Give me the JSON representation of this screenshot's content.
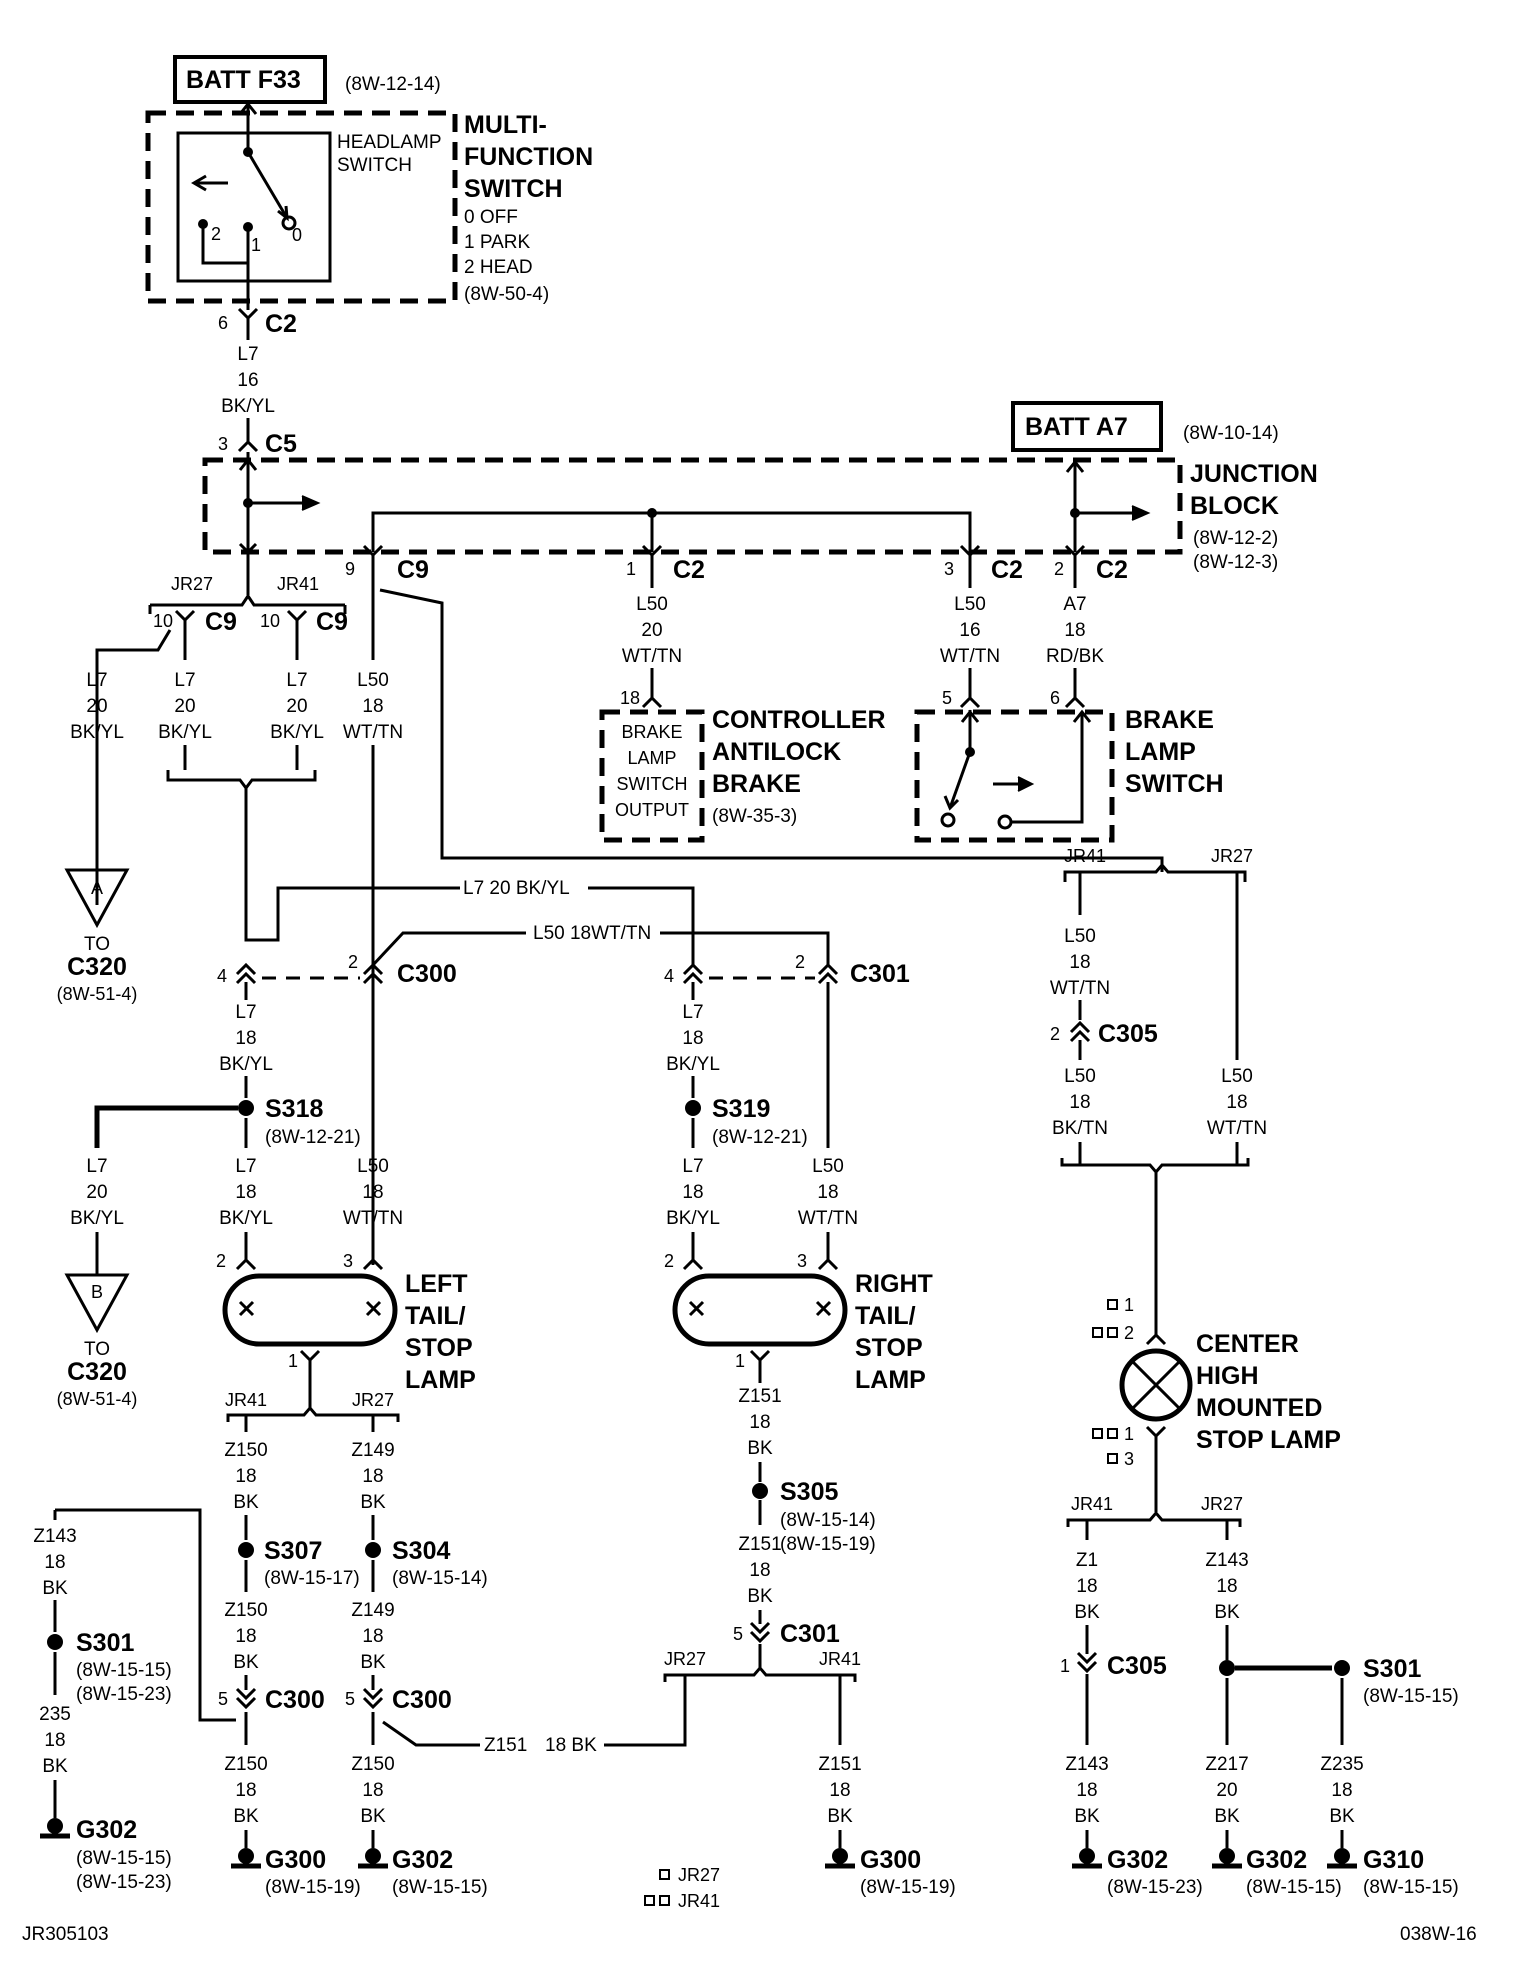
{
  "batt_f33": {
    "label": "BATT F33",
    "ref": "(8W-12-14)"
  },
  "mfs": {
    "switch_label": [
      "HEADLAMP",
      "SWITCH"
    ],
    "title": [
      "MULTI-",
      "FUNCTION",
      "SWITCH"
    ],
    "positions": [
      "0 OFF",
      "1 PARK",
      "2 HEAD"
    ],
    "ref": "(8W-50-4)",
    "pin_1": "1",
    "pin_2": "2",
    "pin_0": "0"
  },
  "batt_a7": {
    "label": "BATT A7",
    "ref": "(8W-10-14)"
  },
  "junction_block": {
    "title": [
      "JUNCTION",
      "BLOCK"
    ],
    "refs": [
      "(8W-12-2)",
      "(8W-12-3)"
    ]
  },
  "connectors": {
    "mfs_c2": {
      "pin": "6",
      "name": "C2"
    },
    "jb_c5": {
      "pin": "3",
      "name": "C5"
    },
    "jb_c9": {
      "pin": "9",
      "name": "C9"
    },
    "jb_c2_1": {
      "pin": "1",
      "name": "C2"
    },
    "jb_c2_3": {
      "pin": "3",
      "name": "C2"
    },
    "jb_c2_2": {
      "pin": "2",
      "name": "C2"
    },
    "c9_jr27": {
      "pin": "10",
      "name": "C9"
    },
    "c9_jr41": {
      "pin": "10",
      "name": "C9"
    },
    "c300_l": {
      "pin": "4"
    },
    "c300_r": {
      "pin": "2",
      "name": "C300"
    },
    "c301_l": {
      "pin": "4"
    },
    "c301_r": {
      "pin": "2",
      "name": "C301"
    },
    "c305_top": {
      "pin": "2",
      "name": "C305"
    },
    "cab_18": {
      "pin": "18"
    },
    "bls_5": {
      "pin": "5"
    },
    "bls_6": {
      "pin": "6"
    },
    "lt_2": {
      "pin": "2"
    },
    "lt_3": {
      "pin": "3"
    },
    "lt_1": {
      "pin": "1"
    },
    "rt_2": {
      "pin": "2"
    },
    "rt_3": {
      "pin": "3"
    },
    "rt_1": {
      "pin": "1"
    },
    "c300_5a": {
      "pin": "5",
      "name": "C300"
    },
    "c300_5b": {
      "pin": "5",
      "name": "C300"
    },
    "c301_5": {
      "pin": "5",
      "name": "C301"
    },
    "c305_1": {
      "pin": "1",
      "name": "C305"
    }
  },
  "variants": {
    "jr27": "JR27",
    "jr41": "JR41"
  },
  "wires": {
    "w_l7_16": [
      "L7",
      "16",
      "BK/YL"
    ],
    "w_l7_20_a": [
      "L7",
      "20",
      "BK/YL"
    ],
    "w_l7_20_b": [
      "L7",
      "20",
      "BK/YL"
    ],
    "w_l7_20_c": [
      "L7",
      "20",
      "BK/YL"
    ],
    "w_l50_18_c9": [
      "L50",
      "18",
      "WT/TN"
    ],
    "w_l50_20_cab": [
      "L50",
      "20",
      "WT/TN"
    ],
    "w_l50_16": [
      "L50",
      "16",
      "WT/TN"
    ],
    "w_a7_18": [
      "A7",
      "18",
      "RD/BK"
    ],
    "w_l7_h": "L7  20 BK/YL",
    "w_l50_h": "L50   18WT/TN",
    "w_l7_18_a": [
      "L7",
      "18",
      "BK/YL"
    ],
    "w_l7_18_b": [
      "L7",
      "18",
      "BK/YL"
    ],
    "w_l7_18_c": [
      "L7",
      "18",
      "BK/YL"
    ],
    "w_l7_18_d": [
      "L7",
      "18",
      "BK/YL"
    ],
    "w_l7_20_d": [
      "L7",
      "20",
      "BK/YL"
    ],
    "w_l50_18_lt": [
      "L50",
      "18",
      "WT/TN"
    ],
    "w_l50_18_rt": [
      "L50",
      "18",
      "WT/TN"
    ],
    "w_l50_18_chm_a": [
      "L50",
      "18",
      "WT/TN"
    ],
    "w_l50_18_chm_b": [
      "L50",
      "18",
      "BK/TN"
    ],
    "w_l50_18_chm_c": [
      "L50",
      "18",
      "WT/TN"
    ],
    "w_z150_a": [
      "Z150",
      "18",
      "BK"
    ],
    "w_z149_a": [
      "Z149",
      "18",
      "BK"
    ],
    "w_z143_a": [
      "Z143",
      "18",
      "BK"
    ],
    "w_z150_b": [
      "Z150",
      "18",
      "BK"
    ],
    "w_z149_b": [
      "Z149",
      "18",
      "BK"
    ],
    "w_235": [
      "235",
      "18",
      "BK"
    ],
    "w_z150_c": [
      "Z150",
      "18",
      "BK"
    ],
    "w_z150_d": [
      "Z150",
      "18",
      "BK"
    ],
    "w_z151_a": [
      "Z151",
      "18",
      "BK"
    ],
    "w_z151_b": [
      "Z151",
      "18",
      "BK"
    ],
    "w_z151_c": [
      "Z151",
      "18",
      "BK"
    ],
    "w_z151_h1": "Z151",
    "w_z151_h2": "18 BK",
    "w_z1": [
      "Z1",
      "18",
      "BK"
    ],
    "w_z143_b": [
      "Z143",
      "18",
      "BK"
    ],
    "w_z143_c": [
      "Z143",
      "18",
      "BK"
    ],
    "w_z217": [
      "Z217",
      "20",
      "BK"
    ],
    "w_z235": [
      "Z235",
      "18",
      "BK"
    ]
  },
  "cab": {
    "inner": [
      "BRAKE",
      "LAMP",
      "SWITCH",
      "OUTPUT"
    ],
    "title": [
      "CONTROLLER",
      "ANTILOCK",
      "BRAKE"
    ],
    "ref": "(8W-35-3)"
  },
  "bls": {
    "title": [
      "BRAKE",
      "LAMP",
      "SWITCH"
    ]
  },
  "tri_a": {
    "letter": "A",
    "to": "TO",
    "conn": "C320",
    "ref": "(8W-51-4)"
  },
  "tri_b": {
    "letter": "B",
    "to": "TO",
    "conn": "C320",
    "ref": "(8W-51-4)"
  },
  "splices": {
    "s318": {
      "name": "S318",
      "ref": "(8W-12-21)"
    },
    "s319": {
      "name": "S319",
      "ref": "(8W-12-21)"
    },
    "s307": {
      "name": "S307",
      "ref": "(8W-15-17)"
    },
    "s304": {
      "name": "S304",
      "ref": "(8W-15-14)"
    },
    "s305": {
      "name": "S305",
      "refs": [
        "(8W-15-14)",
        "(8W-15-19)"
      ]
    },
    "s301_l": {
      "name": "S301",
      "refs": [
        "(8W-15-15)",
        "(8W-15-23)"
      ]
    },
    "s301_r": {
      "name": "S301",
      "ref": "(8W-15-15)"
    }
  },
  "lamps": {
    "left": [
      "LEFT",
      "TAIL/",
      "STOP",
      "LAMP"
    ],
    "right": [
      "RIGHT",
      "TAIL/",
      "STOP",
      "LAMP"
    ],
    "chmsl": [
      "CENTER",
      "HIGH",
      "MOUNTED",
      "STOP LAMP"
    ],
    "chmsl_pins": {
      "p1": "1",
      "p2": "2",
      "p1b": "1",
      "p3": "3"
    }
  },
  "grounds": {
    "g302_a": {
      "name": "G302",
      "refs": [
        "(8W-15-15)",
        "(8W-15-23)"
      ]
    },
    "g300_a": {
      "name": "G300",
      "ref": "(8W-15-19)"
    },
    "g302_b": {
      "name": "G302",
      "ref": "(8W-15-15)"
    },
    "g300_b": {
      "name": "G300",
      "ref": "(8W-15-19)"
    },
    "g302_c": {
      "name": "G302",
      "ref": "(8W-15-23)"
    },
    "g302_d": {
      "name": "G302",
      "ref": "(8W-15-15)"
    },
    "g310": {
      "name": "G310",
      "ref": "(8W-15-15)"
    }
  },
  "legend": {
    "jr27": "JR27",
    "jr41": "JR41"
  },
  "footer": {
    "left": "JR305103",
    "right": "038W-16"
  }
}
